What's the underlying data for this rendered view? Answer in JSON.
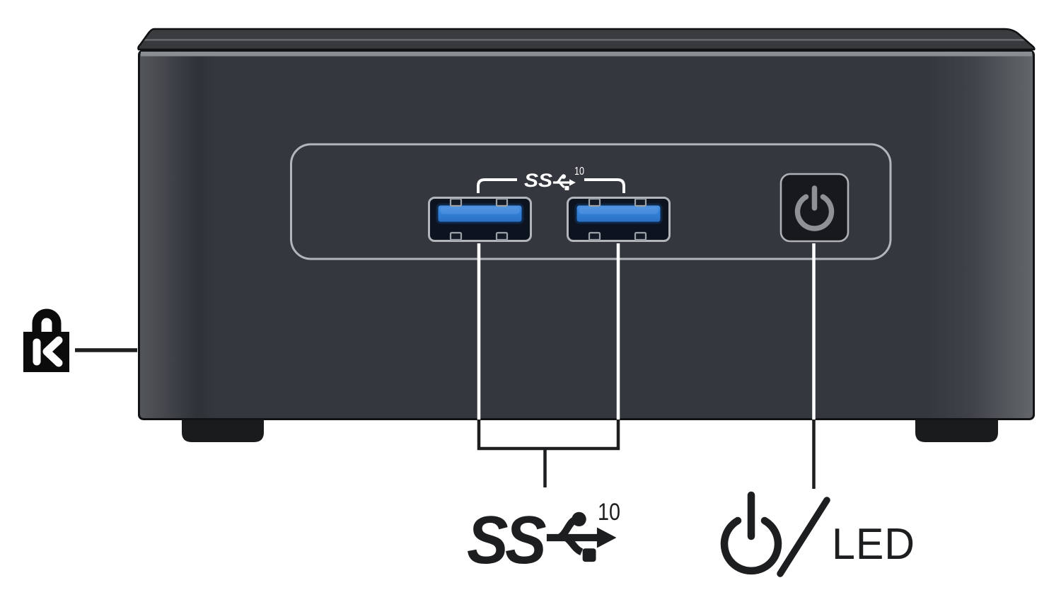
{
  "colors": {
    "body": "#34383e",
    "lid": "#3a3c3f",
    "rim": "#8a8e93",
    "panel_outline": "#b2b6ba",
    "port_fill": "#0d1420",
    "usb_tongue_blue": "#3380d8",
    "button_fill": "#17191c",
    "button_glyph_gray": "#8e9297",
    "callout_black": "#1d1e20",
    "callout_white": "#ffffff",
    "foot_black": "#1a1b1d"
  },
  "front_panel": {
    "usb_ports_count": 2,
    "usb_label": {
      "text": "SS",
      "superscript": "10"
    },
    "power_button_glyph": "power-symbol"
  },
  "callouts": {
    "usb_speed": {
      "text": "SS",
      "superscript": "10"
    },
    "power_led": {
      "separator": "/",
      "label": "LED"
    },
    "kensington": {
      "letter": "K"
    }
  }
}
